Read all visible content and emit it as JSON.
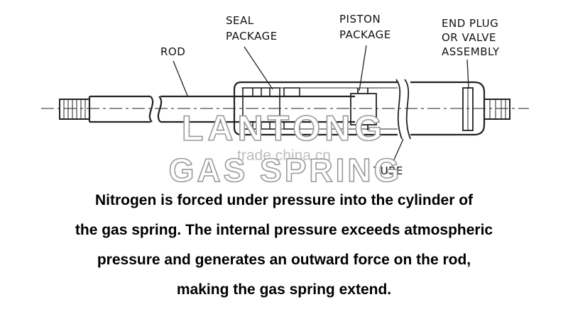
{
  "diagram": {
    "labels": {
      "rod": "ROD",
      "seal_package": [
        "SEAL",
        "PACKAGE"
      ],
      "piston_package": [
        "PISTON",
        "PACKAGE"
      ],
      "end_plug": [
        "END PLUG",
        "OR VALVE",
        "ASSEMBLY"
      ],
      "tube": "TUBE"
    },
    "watermark": {
      "brand": "LANTONG",
      "subtitle": "trade.china.cn",
      "product": "GAS SPRING"
    }
  },
  "caption": {
    "lines": [
      "Nitrogen is forced under pressure into the cylinder of",
      "the gas spring. The internal pressure exceeds atmospheric",
      "pressure and generates an outward force on the rod,",
      "making the gas spring extend."
    ]
  }
}
